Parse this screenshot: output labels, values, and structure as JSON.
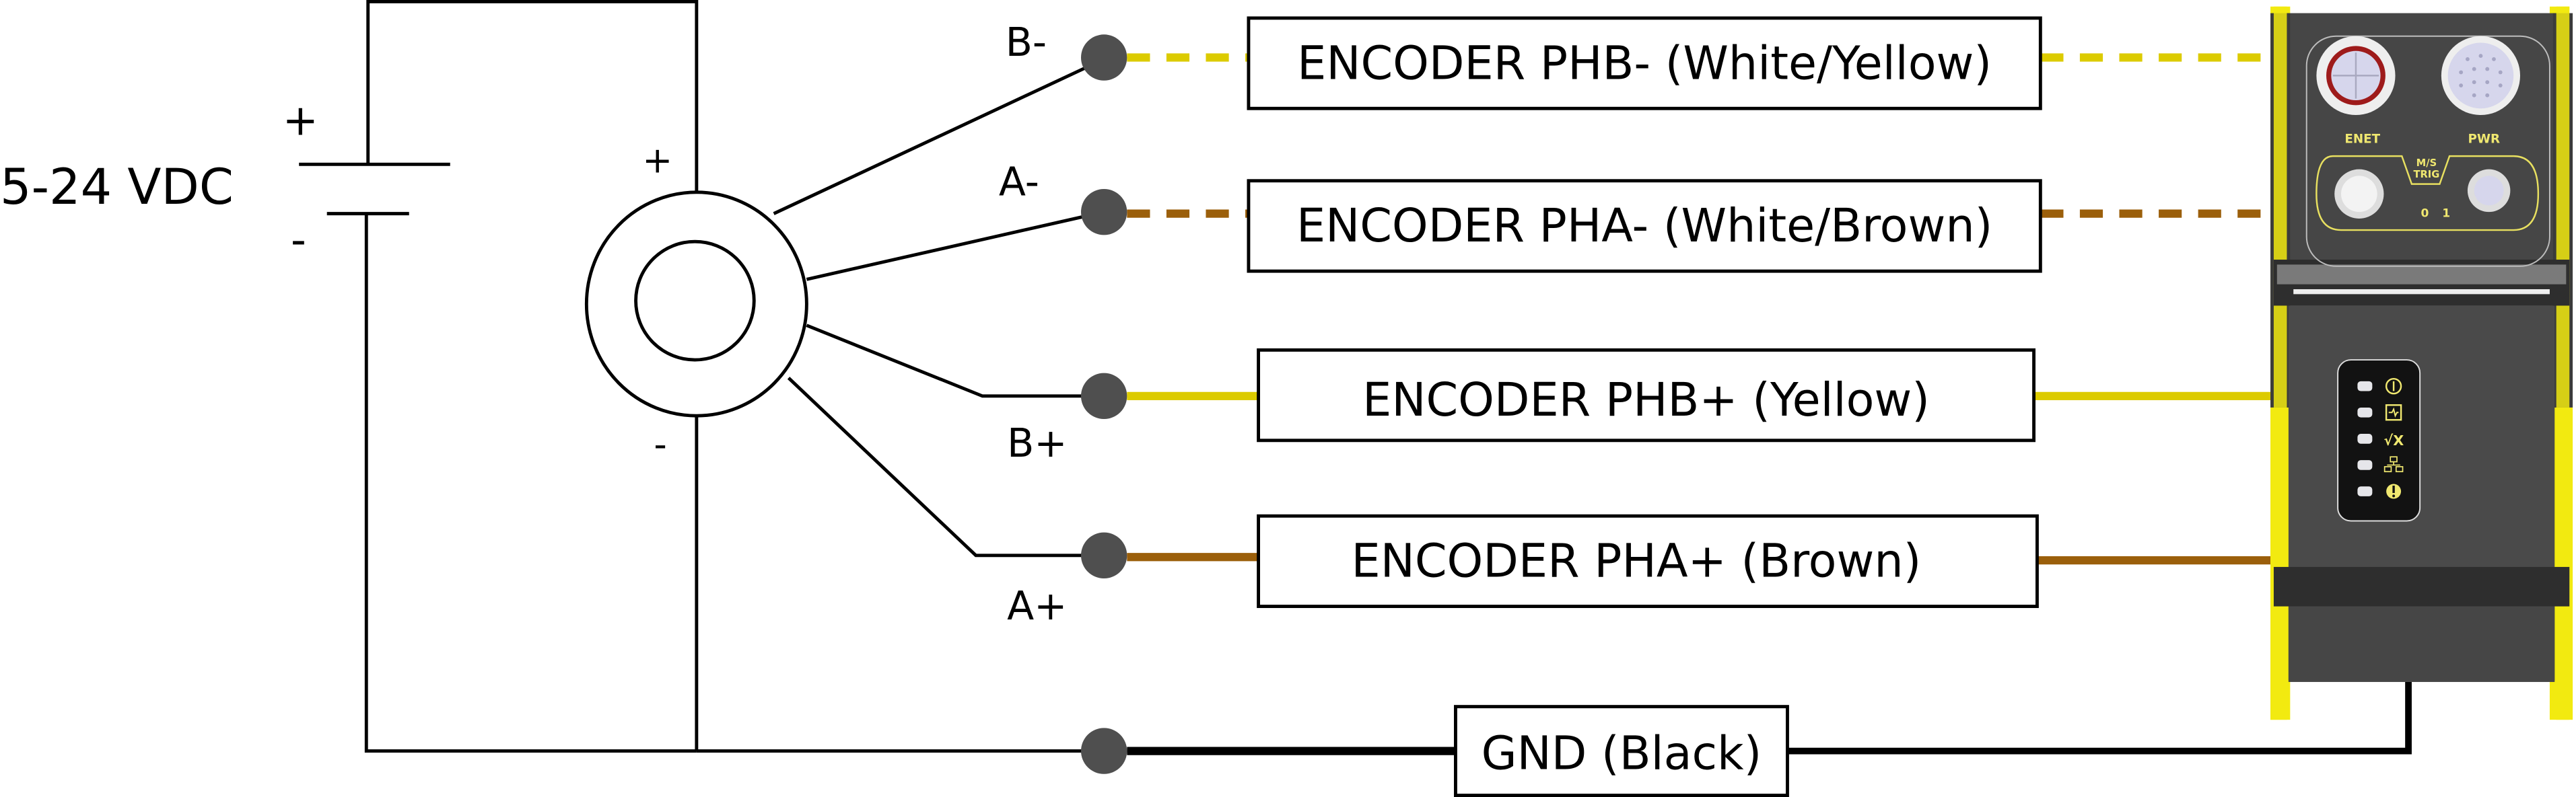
{
  "power_supply": {
    "label": "5-24 VDC",
    "plus": "+",
    "minus": "-"
  },
  "encoder": {
    "plus": "+",
    "minus": "-"
  },
  "terminals": [
    {
      "label": "B-"
    },
    {
      "label": "A-"
    },
    {
      "label": "B+"
    },
    {
      "label": "A+"
    }
  ],
  "wires": [
    {
      "label": "ENCODER PHB- (White/Yellow)",
      "color": "#dccb00",
      "style": "dashed"
    },
    {
      "label": "ENCODER PHA- (White/Brown)",
      "color": "#9b5f0b",
      "style": "dashed"
    },
    {
      "label": "ENCODER PHB+ (Yellow)",
      "color": "#dccb00",
      "style": "solid"
    },
    {
      "label": "ENCODER PHA+ (Brown)",
      "color": "#9b5f0b",
      "style": "solid"
    },
    {
      "label": "GND (Black)",
      "color": "#000000",
      "style": "solid"
    }
  ],
  "device": {
    "connectors": {
      "enet": "ENET",
      "pwr": "PWR",
      "ms_trig_line1": "M/S",
      "ms_trig_line2": "TRIG",
      "port0": "0",
      "port1": "1"
    },
    "led_indicators": [
      "power-icon",
      "activity-icon",
      "pass-fail-icon",
      "network-icon",
      "error-icon"
    ],
    "led_pass_fail_text": "√X",
    "body_color": "#4a4a4a",
    "accent_color": "#f2ea10",
    "text_color": "#f0e870"
  }
}
